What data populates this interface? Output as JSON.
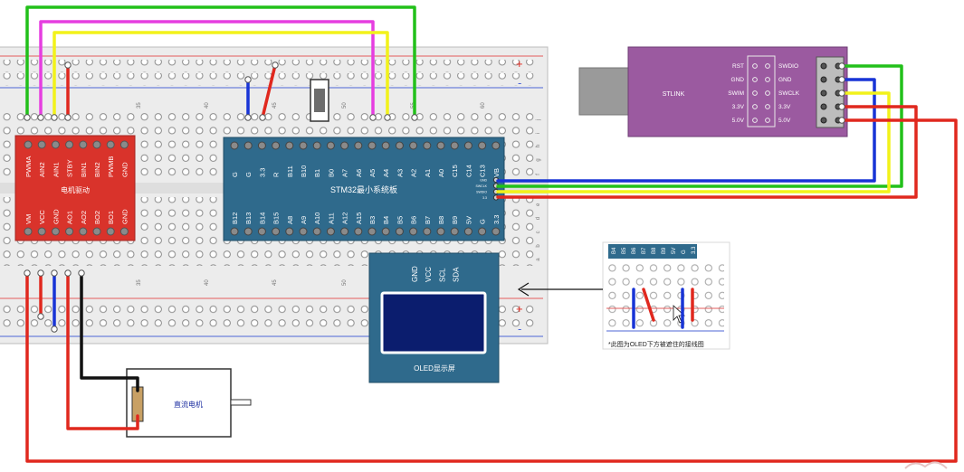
{
  "motor_driver": {
    "title": "电机驱动",
    "top_pins": [
      "PWMA",
      "AIN2",
      "AIN1",
      "STBY",
      "BIN1",
      "BIN2",
      "PWMB",
      "GND"
    ],
    "bottom_pins": [
      "VM",
      "VCC",
      "GND",
      "AO1",
      "AO2",
      "BO2",
      "BO1",
      "GND"
    ],
    "color": "#d9332b"
  },
  "stm32": {
    "title": "STM32最小系统板",
    "top_pins": [
      "G",
      "G",
      "3.3",
      "R",
      "B11",
      "B10",
      "B1",
      "B0",
      "A7",
      "A6",
      "A5",
      "A4",
      "A3",
      "A2",
      "A1",
      "A0",
      "C15",
      "C14",
      "C13",
      "VB"
    ],
    "bottom_pins": [
      "B12",
      "B13",
      "B14",
      "B15",
      "A8",
      "A9",
      "A10",
      "A11",
      "A12",
      "A15",
      "B3",
      "B4",
      "B5",
      "B6",
      "B7",
      "B8",
      "B9",
      "5V",
      "G",
      "3.3"
    ],
    "side_pins": [
      "GND",
      "SWCLK",
      "SWDIO",
      "3.3"
    ],
    "color": "#2f6a8c"
  },
  "oled": {
    "title": "OLED显示屏",
    "pins": [
      "GND",
      "VCC",
      "SCL",
      "SDA"
    ],
    "color": "#2f6a8c"
  },
  "stlink": {
    "title": "STLINK",
    "left_pins": [
      "RST",
      "GND",
      "SWIM",
      "3.3V",
      "5.0V"
    ],
    "right_pins": [
      "SWDIO",
      "GND",
      "SWCLK",
      "3.3V",
      "5.0V"
    ],
    "color": "#9b5aa0"
  },
  "motor": {
    "title": "直流电机"
  },
  "inset": {
    "pins": [
      "B4",
      "B5",
      "B6",
      "B7",
      "B8",
      "B9",
      "5V",
      "G",
      "3.3"
    ],
    "caption": "*此图为OLED下方被遮住的接线图"
  },
  "breadboard": {
    "column_numbers": [
      "35",
      "40",
      "45",
      "50",
      "55",
      "60"
    ],
    "row_letters": [
      "j",
      "i",
      "h",
      "g",
      "f",
      "e",
      "d",
      "c",
      "b",
      "a"
    ],
    "rail_plus": "+",
    "rail_minus": "-"
  },
  "wire_colors": {
    "green": "#22c01a",
    "magenta": "#e63ee0",
    "yellow": "#f2f21a",
    "red": "#e0281e",
    "blue": "#1834d6",
    "black": "#111111"
  }
}
